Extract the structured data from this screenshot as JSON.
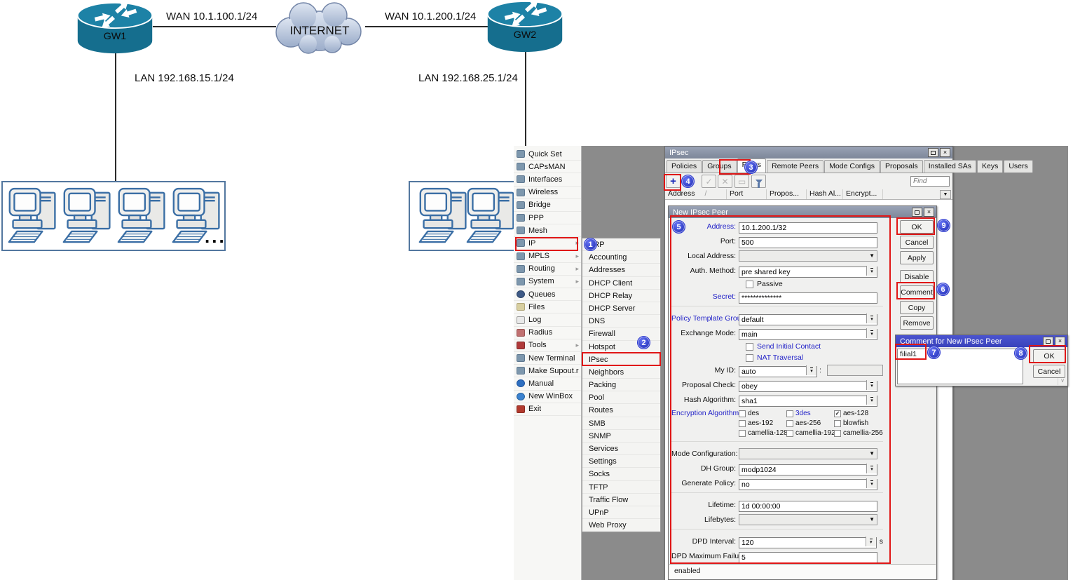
{
  "diagram": {
    "router1": {
      "name": "GW1"
    },
    "router2": {
      "name": "GW2"
    },
    "cloud_label": "INTERNET",
    "wan1_label": "WAN 10.1.100.1/24",
    "wan2_label": "WAN 10.1.200.1/24",
    "lan1_label": "LAN 192.168.15.1/24",
    "lan2_label": "LAN 192.168.25.1/24",
    "ellipsis": "..."
  },
  "winbox": {
    "menu": {
      "items": [
        {
          "icon": "quick-set-icon",
          "label": "Quick Set"
        },
        {
          "icon": "capsman-icon",
          "label": "CAPsMAN"
        },
        {
          "icon": "interfaces-icon",
          "label": "Interfaces"
        },
        {
          "icon": "wireless-icon",
          "label": "Wireless"
        },
        {
          "icon": "bridge-icon",
          "label": "Bridge"
        },
        {
          "icon": "ppp-icon",
          "label": "PPP"
        },
        {
          "icon": "mesh-icon",
          "label": "Mesh"
        },
        {
          "icon": "ip-icon",
          "label": "IP",
          "arrow": true
        },
        {
          "icon": "mpls-icon",
          "label": "MPLS",
          "arrow": true
        },
        {
          "icon": "routing-icon",
          "label": "Routing",
          "arrow": true
        },
        {
          "icon": "system-icon",
          "label": "System",
          "arrow": true
        },
        {
          "icon": "queues-icon",
          "label": "Queues"
        },
        {
          "icon": "files-icon",
          "label": "Files"
        },
        {
          "icon": "log-icon",
          "label": "Log"
        },
        {
          "icon": "radius-icon",
          "label": "Radius"
        },
        {
          "icon": "tools-icon",
          "label": "Tools",
          "arrow": true
        },
        {
          "icon": "new-terminal-icon",
          "label": "New Terminal"
        },
        {
          "icon": "make-supout-icon",
          "label": "Make Supout.rif"
        },
        {
          "icon": "manual-icon",
          "label": "Manual"
        },
        {
          "icon": "new-winbox-icon",
          "label": "New WinBox"
        },
        {
          "icon": "exit-icon",
          "label": "Exit"
        }
      ]
    },
    "submenu": {
      "items": [
        "ARP",
        "Accounting",
        "Addresses",
        "DHCP Client",
        "DHCP Relay",
        "DHCP Server",
        "DNS",
        "Firewall",
        "Hotspot",
        "IPsec",
        "Neighbors",
        "Packing",
        "Pool",
        "Routes",
        "SMB",
        "SNMP",
        "Services",
        "Settings",
        "Socks",
        "TFTP",
        "Traffic Flow",
        "UPnP",
        "Web Proxy"
      ],
      "highlighted": "IPsec"
    },
    "ipsec_window": {
      "title": "IPsec",
      "tabs": [
        "Policies",
        "Groups",
        "Peers",
        "Remote Peers",
        "Mode Configs",
        "Proposals",
        "Installed SAs",
        "Keys",
        "Users"
      ],
      "active_tab": "Peers",
      "toolbar": [
        {
          "name": "add-icon",
          "glyph": "+",
          "enabled": true
        },
        {
          "name": "enable-icon",
          "glyph": "✓",
          "enabled": false
        },
        {
          "name": "disable-icon",
          "glyph": "✕",
          "enabled": false
        },
        {
          "name": "comment-icon",
          "glyph": "▭",
          "enabled": false
        },
        {
          "name": "filter-icon",
          "glyph": "funnel",
          "enabled": true
        }
      ],
      "find_placeholder": "Find",
      "columns": [
        "Address",
        "Port",
        "Propos...",
        "Hash Al...",
        "Encrypt..."
      ],
      "sort_indicator": "/"
    },
    "peer_dialog": {
      "title": "New IPsec Peer",
      "fields": [
        {
          "type": "text",
          "label": "Address:",
          "value": "10.1.200.1/32",
          "label_color": "blue"
        },
        {
          "type": "text",
          "label": "Port:",
          "value": "500"
        },
        {
          "type": "select-disabled",
          "label": "Local Address:",
          "value": ""
        },
        {
          "type": "combo",
          "label": "Auth. Method:",
          "value": "pre shared key"
        },
        {
          "type": "checkbox",
          "label": "Passive",
          "checked": false
        },
        {
          "type": "text",
          "label": "Secret:",
          "value": "**************",
          "label_color": "blue"
        },
        {
          "type": "separator"
        },
        {
          "type": "combo",
          "label": "Policy Template Group:",
          "value": "default",
          "label_color": "blue"
        },
        {
          "type": "combo",
          "label": "Exchange Mode:",
          "value": "main"
        },
        {
          "type": "checkbox",
          "label": "Send Initial Contact",
          "checked": false,
          "label_color": "blue"
        },
        {
          "type": "checkbox",
          "label": "NAT Traversal",
          "checked": false,
          "label_color": "blue"
        },
        {
          "type": "combo-split",
          "label": "My ID:",
          "value": "auto"
        },
        {
          "type": "combo",
          "label": "Proposal Check:",
          "value": "obey"
        },
        {
          "type": "combo",
          "label": "Hash Algorithm:",
          "value": "sha1"
        },
        {
          "type": "checkbox-grid",
          "label": "Encryption Algorithm:",
          "label_color": "blue",
          "options": [
            {
              "label": "des",
              "checked": false
            },
            {
              "label": "3des",
              "checked": false,
              "label_color": "blue"
            },
            {
              "label": "aes-128",
              "checked": true
            },
            {
              "label": "aes-192",
              "checked": false
            },
            {
              "label": "aes-256",
              "checked": false
            },
            {
              "label": "blowfish",
              "checked": false
            },
            {
              "label": "camellia-128",
              "checked": false
            },
            {
              "label": "camellia-192",
              "checked": false
            },
            {
              "label": "camellia-256",
              "checked": false
            }
          ]
        },
        {
          "type": "separator"
        },
        {
          "type": "select-disabled",
          "label": "Mode Configuration:",
          "value": ""
        },
        {
          "type": "combo",
          "label": "DH Group:",
          "value": "modp1024"
        },
        {
          "type": "combo",
          "label": "Generate Policy:",
          "value": "no"
        },
        {
          "type": "separator"
        },
        {
          "type": "text",
          "label": "Lifetime:",
          "value": "1d 00:00:00"
        },
        {
          "type": "select-disabled",
          "label": "Lifebytes:",
          "value": ""
        },
        {
          "type": "separator"
        },
        {
          "type": "combo",
          "label": "DPD Interval:",
          "value": "120",
          "suffix": "s"
        },
        {
          "type": "text",
          "label": "DPD Maximum Failures:",
          "value": "5"
        }
      ],
      "buttons": [
        "OK",
        "Cancel",
        "Apply",
        "Disable",
        "Comment",
        "Copy",
        "Remove"
      ],
      "status": "enabled"
    },
    "comment_dialog": {
      "title": "Comment for New IPsec Peer",
      "text": "filial1",
      "ok_label": "OK",
      "cancel_label": "Cancel"
    },
    "badges": [
      "1",
      "2",
      "3",
      "4",
      "5",
      "6",
      "7",
      "8",
      "9"
    ]
  },
  "colors": {
    "annotation_red": "#e01616",
    "badge_blue": "#1a27b2",
    "router_teal": "#156e8e",
    "cloud_fill_top": "#dbe3f0",
    "cloud_fill_bottom": "#9fb0cc",
    "active_titlebar": "#4b54d0",
    "inactive_titlebar": "#8d97aa",
    "mdi_background": "#8b8b8b"
  }
}
